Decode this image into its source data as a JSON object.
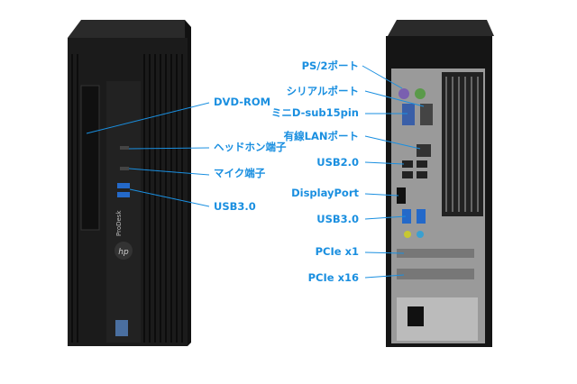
{
  "accent_color": "#1a8fe0",
  "front": {
    "brand_logo": "hp",
    "model_text": "ProDesk",
    "labels": {
      "dvd": "DVD-ROM",
      "headphone": "ヘッドホン端子",
      "mic": "マイク端子",
      "usb3": "USB3.0"
    }
  },
  "back": {
    "labels": {
      "ps2": "PS/2ポート",
      "serial": "シリアルポート",
      "minidsub": "ミニD-sub15pin",
      "lan": "有線LANポート",
      "usb2": "USB2.0",
      "displayport": "DisplayPort",
      "usb3": "USB3.0",
      "pcie_x1": "PCIe x1",
      "pcie_x16": "PCIe x16"
    }
  }
}
